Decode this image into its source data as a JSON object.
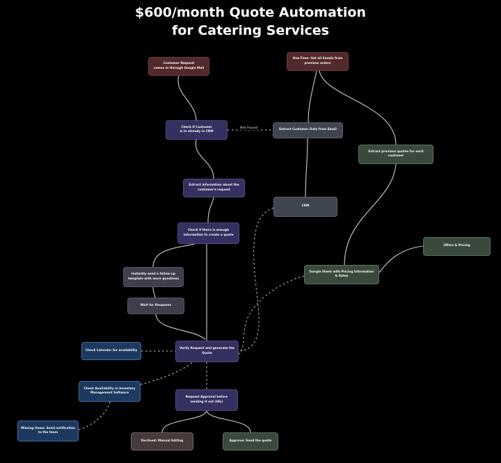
{
  "title": {
    "line1": "$600/month Quote Automation",
    "line2": "for Catering Services"
  },
  "edge_labels": {
    "not_found": "Not Found"
  },
  "palette": {
    "background": "#000000",
    "edge": "#cfcfcf",
    "text": "#f5f5f5",
    "node_red": "#53292b",
    "node_red_border": "#713d3d",
    "node_purple": "#343060",
    "node_purple_border": "#4f4a80",
    "node_gray": "#3f444f",
    "node_gray_border": "#5a6170",
    "node_green": "#394a3d",
    "node_green_border": "#54755c",
    "node_navy": "#1c3a5f",
    "node_navy_border": "#3e6ca6",
    "node_mauve": "#463a3b",
    "node_mauve_border": "#786467"
  },
  "nodes": {
    "customer_request": {
      "label": "Customer Request\ncomes in through Google Mail",
      "type": "red"
    },
    "one_time_emails": {
      "label": "One-Time: Get all Emails from\nprevious orders",
      "type": "red"
    },
    "check_crm": {
      "label": "Check if Customer\nis in already in CRM",
      "type": "purple"
    },
    "extract_customer_data": {
      "label": "Extract Customer Data from Email",
      "type": "gray"
    },
    "extract_previous_quotes": {
      "label": "Extract previous quotes for each\ncustomer",
      "type": "green"
    },
    "extract_info": {
      "label": "Extract information about the\ncustomer's request",
      "type": "purple"
    },
    "crm": {
      "label": "CRM",
      "type": "gray"
    },
    "check_enough_info": {
      "label": "Check if there is enough\ninformation to create a quote",
      "type": "purple"
    },
    "offers_pricing": {
      "label": "Offers & Pricing",
      "type": "green"
    },
    "instantly_follow_up": {
      "label": "Instantly send a follow-up\ntemplate with more questions",
      "type": "gray2"
    },
    "google_sheet": {
      "label": "Google Sheet with Pricing Information\n& Rates",
      "type": "green"
    },
    "wait_response": {
      "label": "Wait for Response",
      "type": "gray2"
    },
    "check_calendar": {
      "label": "Check Calendar for availability",
      "type": "navy"
    },
    "verify_request": {
      "label": "Verify Request and generate the\nQuote",
      "type": "purple"
    },
    "check_inventory": {
      "label": "Check Availability in Inventory\nManagement Software",
      "type": "navy"
    },
    "request_approval": {
      "label": "Request Approval before\nsending it out (HIL)",
      "type": "purple"
    },
    "missing_items": {
      "label": "Missing items: Send notification\nto the team",
      "type": "navy"
    },
    "declined": {
      "label": "Declined: Manual Editing",
      "type": "mauve"
    },
    "approve": {
      "label": "Approve: Send the quote",
      "type": "green"
    }
  },
  "edges": [
    {
      "from": "customer_request",
      "to": "check_crm",
      "style": "solid"
    },
    {
      "from": "one_time_emails",
      "to": "extract_customer_data",
      "style": "solid"
    },
    {
      "from": "one_time_emails",
      "to": "extract_previous_quotes",
      "style": "solid"
    },
    {
      "from": "check_crm",
      "to": "extract_customer_data",
      "style": "dashed",
      "label": "Not Found"
    },
    {
      "from": "check_crm",
      "to": "extract_info",
      "style": "solid"
    },
    {
      "from": "extract_customer_data",
      "to": "crm",
      "style": "solid"
    },
    {
      "from": "extract_info",
      "to": "check_enough_info",
      "style": "solid"
    },
    {
      "from": "extract_previous_quotes",
      "to": "google_sheet",
      "style": "solid"
    },
    {
      "from": "offers_pricing",
      "to": "google_sheet",
      "style": "solid"
    },
    {
      "from": "check_enough_info",
      "to": "instantly_follow_up",
      "style": "solid"
    },
    {
      "from": "check_enough_info",
      "to": "verify_request",
      "style": "solid"
    },
    {
      "from": "instantly_follow_up",
      "to": "wait_response",
      "style": "solid"
    },
    {
      "from": "wait_response",
      "to": "verify_request",
      "style": "solid"
    },
    {
      "from": "crm",
      "to": "verify_request",
      "style": "dashed"
    },
    {
      "from": "google_sheet",
      "to": "verify_request",
      "style": "dashed"
    },
    {
      "from": "check_calendar",
      "to": "verify_request",
      "style": "dashed"
    },
    {
      "from": "check_inventory",
      "to": "verify_request",
      "style": "dashed"
    },
    {
      "from": "verify_request",
      "to": "request_approval",
      "style": "dashed"
    },
    {
      "from": "check_inventory",
      "to": "missing_items",
      "style": "dashed"
    },
    {
      "from": "request_approval",
      "to": "declined",
      "style": "solid"
    },
    {
      "from": "request_approval",
      "to": "approve",
      "style": "solid"
    }
  ]
}
